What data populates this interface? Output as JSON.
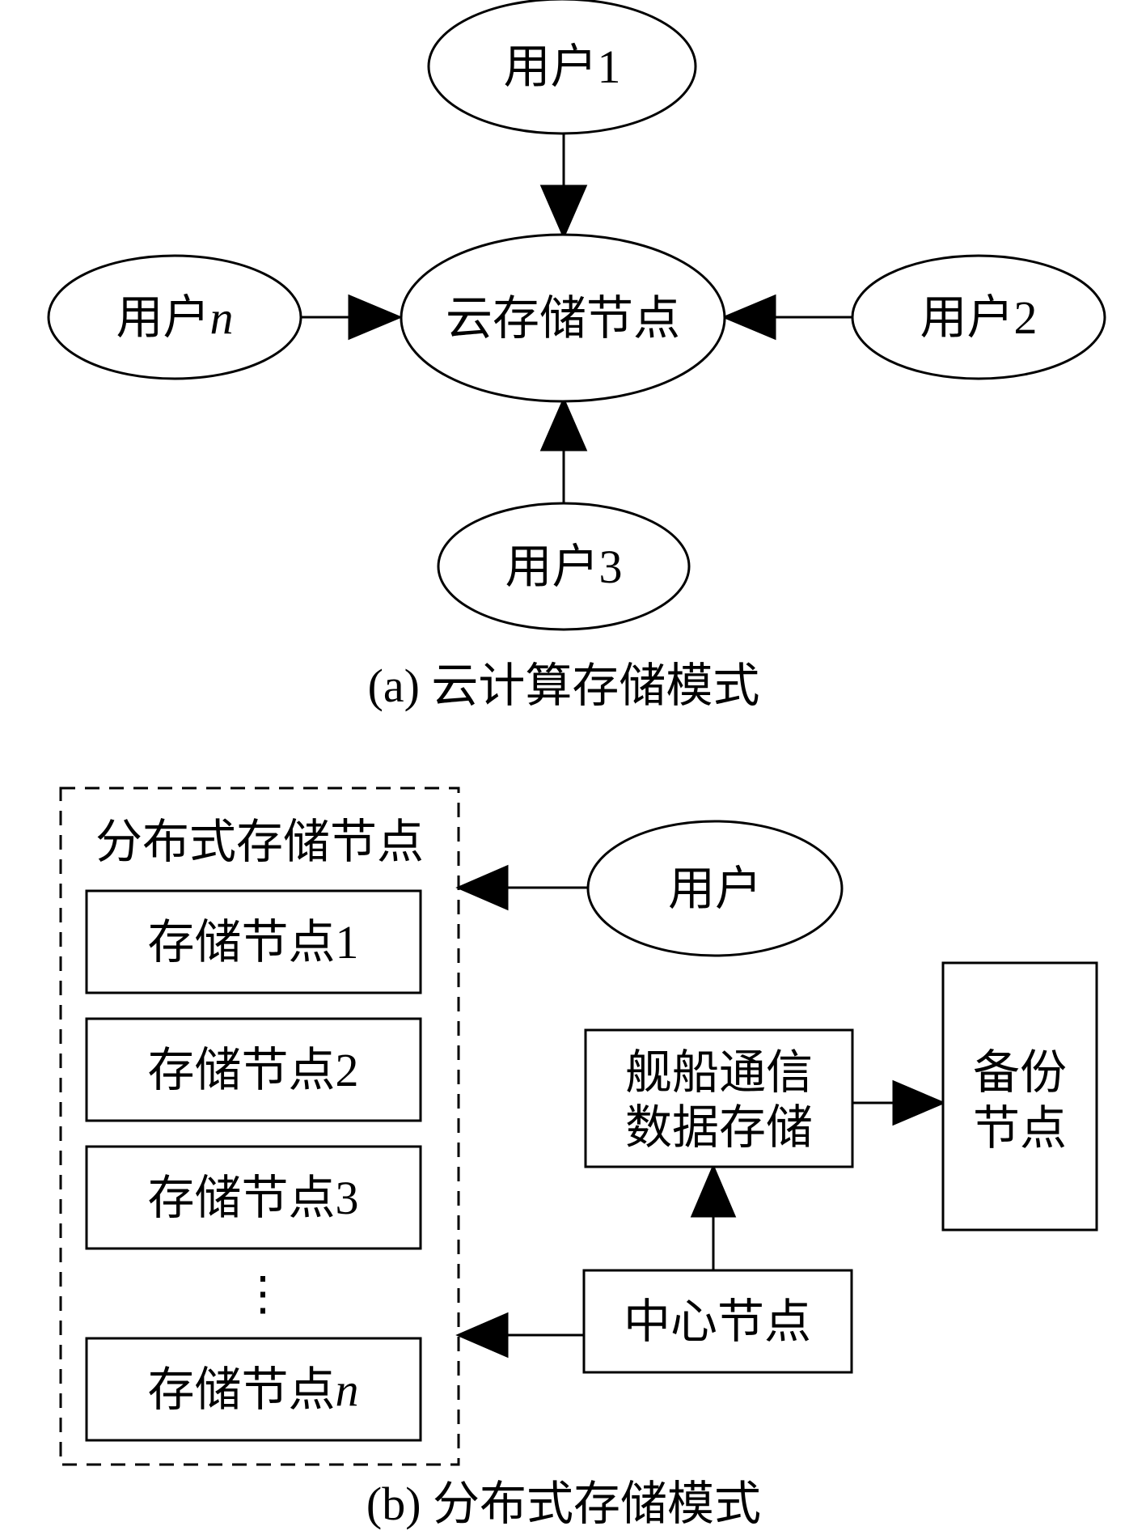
{
  "part_a": {
    "caption": "(a) 云计算存储模式",
    "center_node": "云存储节点",
    "users": {
      "user1": {
        "label": "用户",
        "suffix": "1"
      },
      "user2": {
        "label": "用户",
        "suffix": "2"
      },
      "user3": {
        "label": "用户",
        "suffix": "3"
      },
      "usern": {
        "label": "用户",
        "suffix": "n"
      }
    }
  },
  "part_b": {
    "caption": "(b) 分布式存储模式",
    "group_title": "分布式存储节点",
    "storage_nodes": [
      {
        "label": "存储节点",
        "suffix": "1"
      },
      {
        "label": "存储节点",
        "suffix": "2"
      },
      {
        "label": "存储节点",
        "suffix": "3"
      },
      {
        "label": "存储节点",
        "suffix": "n"
      }
    ],
    "ellipsis": "⋮",
    "user": "用户",
    "ship_data": {
      "line1": "舰船通信",
      "line2": "数据存储"
    },
    "backup": {
      "line1": "备份",
      "line2": "节点"
    },
    "center": "中心节点"
  },
  "colors": {
    "stroke": "#000000",
    "background": "#ffffff"
  }
}
